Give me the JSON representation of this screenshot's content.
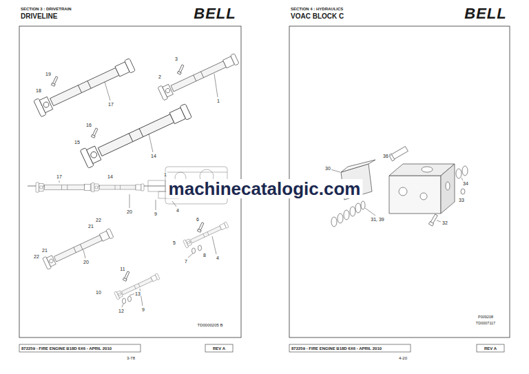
{
  "diagram": {
    "labels": [
      "SECTION 3 : DRIVETRAIN",
      "DRIVELINE",
      "BELL",
      "19",
      "18",
      "17",
      "3",
      "2",
      "1",
      "16",
      "15",
      "14",
      "17",
      "14",
      "1",
      "20",
      "9",
      "4",
      "22",
      "21",
      "21",
      "22",
      "20",
      "6",
      "5",
      "7",
      "8",
      "4",
      "11",
      "10",
      "13",
      "12",
      "9",
      "TD0000205 B",
      "872259 - FIRE ENGINE B18D 6X6 - APRIL 2010",
      "REV A",
      "3-78",
      "SECTION 4 : HYDRAULICS",
      "VOAC BLOCK C",
      "BELL",
      "36",
      "30",
      "34",
      "33",
      "31, 39",
      "32",
      "P009208",
      "TD0007117",
      "872259 - FIRE ENGINE B18D 6X6 - APRIL 2010",
      "REV A",
      "4-20",
      "machinecatalogic.com"
    ]
  }
}
